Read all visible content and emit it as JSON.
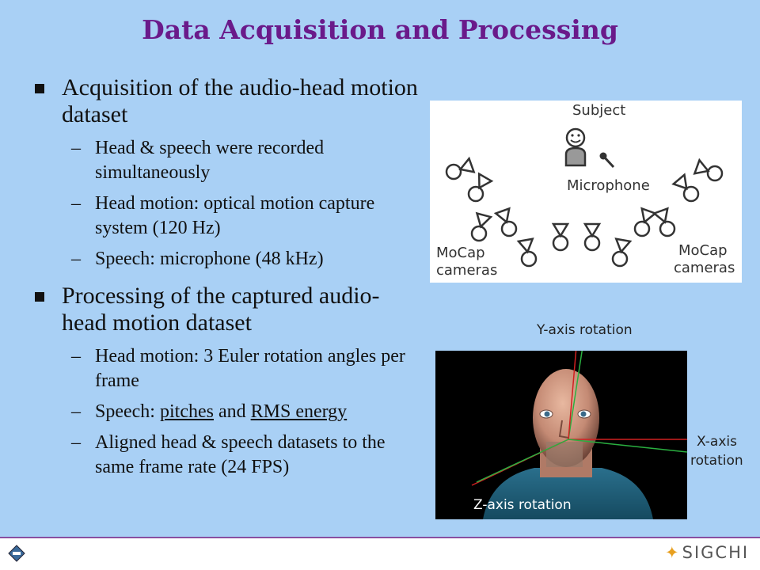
{
  "title": "Data Acquisition and Processing",
  "bullets": [
    {
      "text": "Acquisition of the audio-head motion dataset",
      "sub": [
        "Head & speech were recorded simultaneously",
        "Head motion: optical motion capture system (120 Hz)",
        "Speech: microphone (48 kHz)"
      ]
    },
    {
      "text": "Processing of the captured audio-head motion dataset",
      "sub_1": "Head motion: 3 Euler rotation angles per frame",
      "sub_2": {
        "prefix": "Speech: ",
        "link1": "pitches",
        "mid": " and ",
        "link2": "RMS energy"
      },
      "sub_3": "Aligned head & speech datasets to the same frame rate (24 FPS)"
    }
  ],
  "diagram": {
    "subject": "Subject",
    "microphone": "Microphone",
    "mocap_left": [
      "MoCap",
      "cameras"
    ],
    "mocap_right": [
      "MoCap",
      "cameras"
    ]
  },
  "axes": {
    "y": "Y-axis rotation",
    "x": [
      "X-axis",
      "rotation"
    ],
    "z": "Z-axis rotation"
  },
  "footer": {
    "brand": "SIGCHI"
  },
  "dash": "–"
}
